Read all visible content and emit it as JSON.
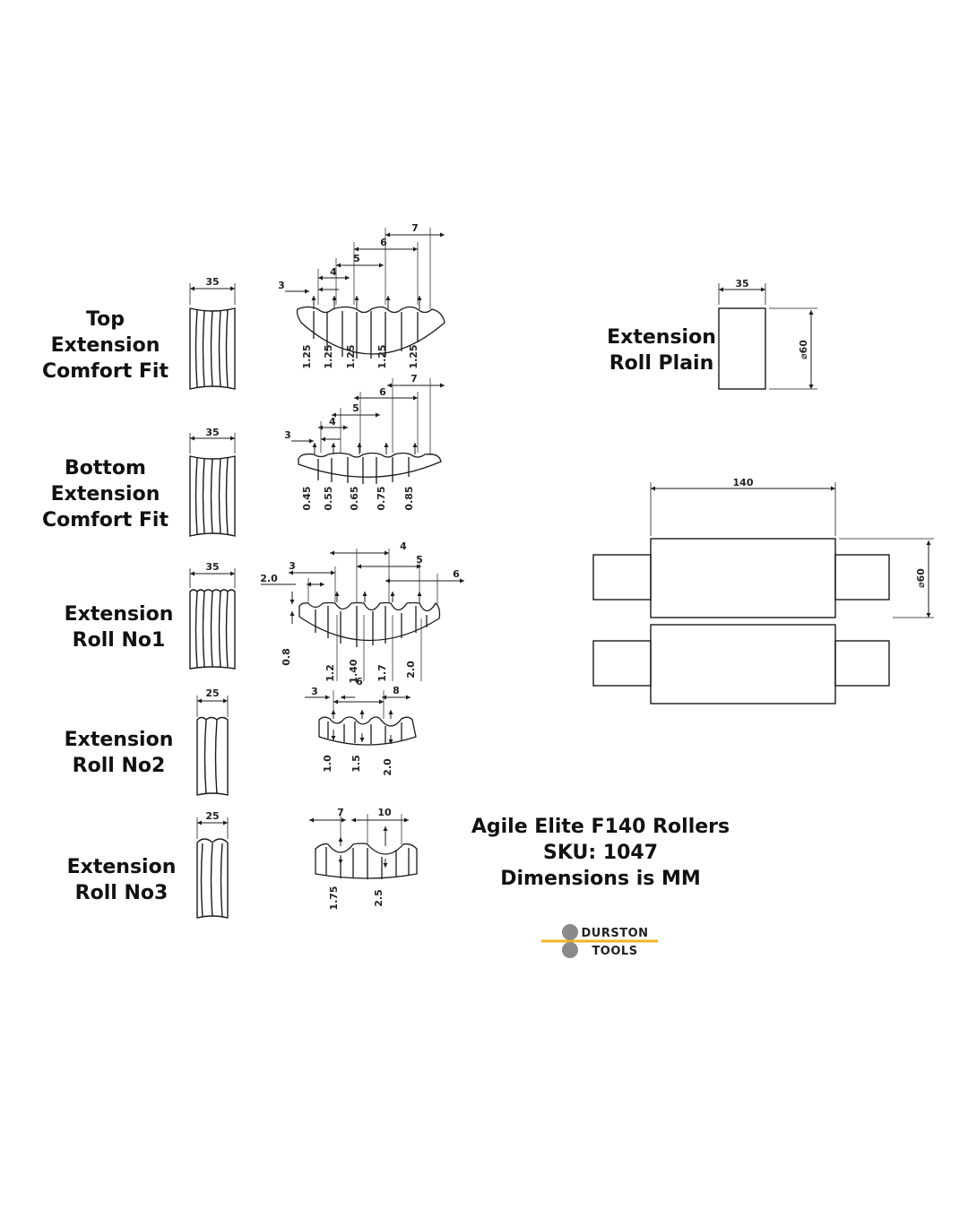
{
  "roll_labels": [
    {
      "line1": "Top",
      "line2": "Extension",
      "line3": "Comfort Fit"
    },
    {
      "line1": "Bottom",
      "line2": "Extension",
      "line3": "Comfort Fit"
    },
    {
      "line1": "Extension",
      "line2": "Roll No1"
    },
    {
      "line1": "Extension",
      "line2": "Roll No2"
    },
    {
      "line1": "Extension",
      "line2": "Roll No3"
    }
  ],
  "plain_roll_label": {
    "line1": "Extension",
    "line2": "Roll Plain"
  },
  "widths": {
    "top": "35",
    "bottom": "35",
    "no1": "35",
    "no2": "25",
    "no3": "25",
    "plain": "35"
  },
  "top_profile": {
    "horiz": [
      "3",
      "4",
      "5",
      "6",
      "7"
    ],
    "depths": [
      "1.25",
      "1.25",
      "1.25",
      "1.25",
      "1.25"
    ]
  },
  "bottom_profile": {
    "horiz": [
      "3",
      "4",
      "5",
      "6",
      "7"
    ],
    "depths": [
      "0.45",
      "0.55",
      "0.65",
      "0.75",
      "0.85"
    ]
  },
  "no1_profile": {
    "horiz": [
      "2.0",
      "3",
      "4",
      "5",
      "6"
    ],
    "depths": [
      "0.8",
      "1.2",
      "1.40",
      "1.7",
      "2.0"
    ]
  },
  "no2_profile": {
    "horiz": [
      "3",
      "6",
      "8"
    ],
    "depths": [
      "1.0",
      "1.5",
      "2.0"
    ]
  },
  "no3_profile": {
    "horiz": [
      "7",
      "10"
    ],
    "depths": [
      "1.75",
      "2.5"
    ]
  },
  "plain_diameter": "⌀60",
  "assembly": {
    "length": "140",
    "diameter": "⌀60"
  },
  "product": {
    "name": "Agile Elite F140 Rollers",
    "sku": "SKU: 1047",
    "units": "Dimensions is MM"
  },
  "logo": {
    "line1": "DURSTON",
    "line2": "TOOLS"
  },
  "colors": {
    "line": "#1a1a1a",
    "logo_bar": "#f0b323",
    "logo_circle": "#8a8a8a"
  }
}
